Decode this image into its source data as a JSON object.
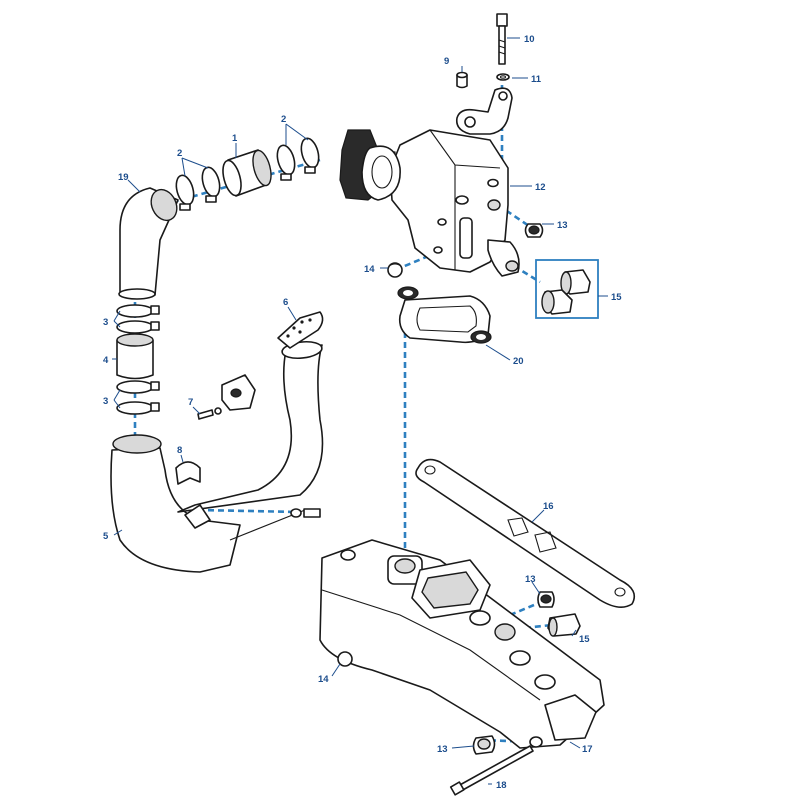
{
  "colors": {
    "callout": "#1c4d8c",
    "dashed_line": "#2e80c0",
    "line_art": "#1a1a1a",
    "background": "#ffffff"
  },
  "callouts": {
    "c1": "1",
    "c2a": "2",
    "c2b": "2",
    "c3a": "3",
    "c3b": "3",
    "c4": "4",
    "c5": "5",
    "c6": "6",
    "c7": "7",
    "c8": "8",
    "c9": "9",
    "c10": "10",
    "c11": "11",
    "c12": "12",
    "c13a": "13",
    "c13b": "13",
    "c13c": "13",
    "c14a": "14",
    "c14b": "14",
    "c15a": "15",
    "c15b": "15",
    "c16": "16",
    "c17": "17",
    "c18": "18",
    "c19": "19",
    "c20": "20"
  }
}
